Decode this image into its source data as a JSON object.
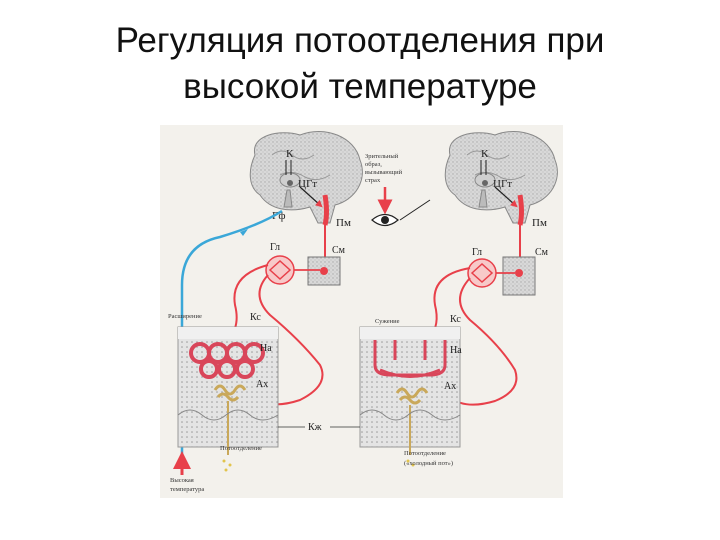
{
  "slide": {
    "title_line1": "Регуляция потоотделения при",
    "title_line2": "высокой температуре"
  },
  "diagram": {
    "labels": {
      "k_left": "К",
      "cgt_left": "ЦГт",
      "gf": "Гф",
      "pm_left": "Пм",
      "gl_left": "Гл",
      "sm_left": "См",
      "ks_left": "Кс",
      "na_left": "На",
      "ax_left": "Ах",
      "k_right": "К",
      "cgt_right": "ЦГт",
      "pm_right": "Пм",
      "gl_right": "Гл",
      "sm_right": "См",
      "ks_right": "Кс",
      "na_right": "На",
      "ax_right": "Ах",
      "kzh": "Кж"
    },
    "captions": {
      "dilation": "Расширение",
      "constriction": "Сужение",
      "visual_line1": "Зрительный",
      "visual_line2": "образ,",
      "visual_line3": "вызывающий",
      "visual_line4": "страх",
      "sweat_left": "Потоотделение",
      "sweat_right_line1": "Потоотделение",
      "sweat_right_line2": "(«холодный пот»)",
      "high_temp_line1": "Высокая",
      "high_temp_line2": "температура"
    },
    "colors": {
      "nerve_red": "#e8404a",
      "afferent_blue": "#3aa7d8",
      "vessel_red": "#d9465a",
      "brain_gray": "#b9b9b9",
      "gland_tan": "#c9a85a"
    }
  }
}
